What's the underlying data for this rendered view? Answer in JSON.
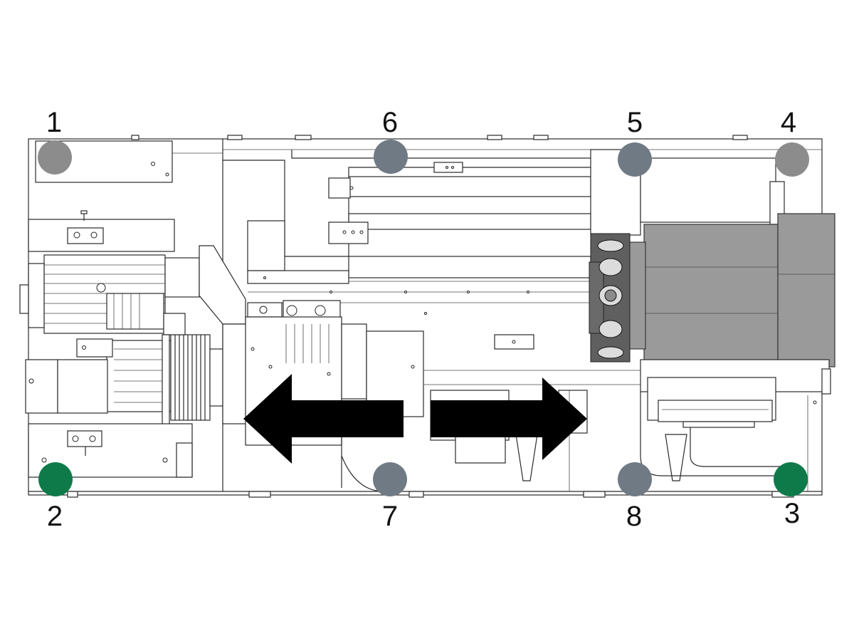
{
  "points": [
    {
      "label": "1",
      "kind": "gray-point"
    },
    {
      "label": "2",
      "kind": "green-point"
    },
    {
      "label": "3",
      "kind": "green-point"
    },
    {
      "label": "4",
      "kind": "gray-point"
    },
    {
      "label": "5",
      "kind": "blue-gray-point"
    },
    {
      "label": "6",
      "kind": "blue-gray-point"
    },
    {
      "label": "7",
      "kind": "blue-gray-point"
    },
    {
      "label": "8",
      "kind": "blue-gray-point"
    }
  ],
  "colors": {
    "gray_point": "#8c8c8c",
    "blue_gray_point": "#707a84",
    "green_point": "#0e7a4a",
    "housing": "#9a9a9a",
    "arrow": "#000000"
  },
  "arrows": [
    "left-arrow-icon",
    "right-arrow-icon"
  ]
}
